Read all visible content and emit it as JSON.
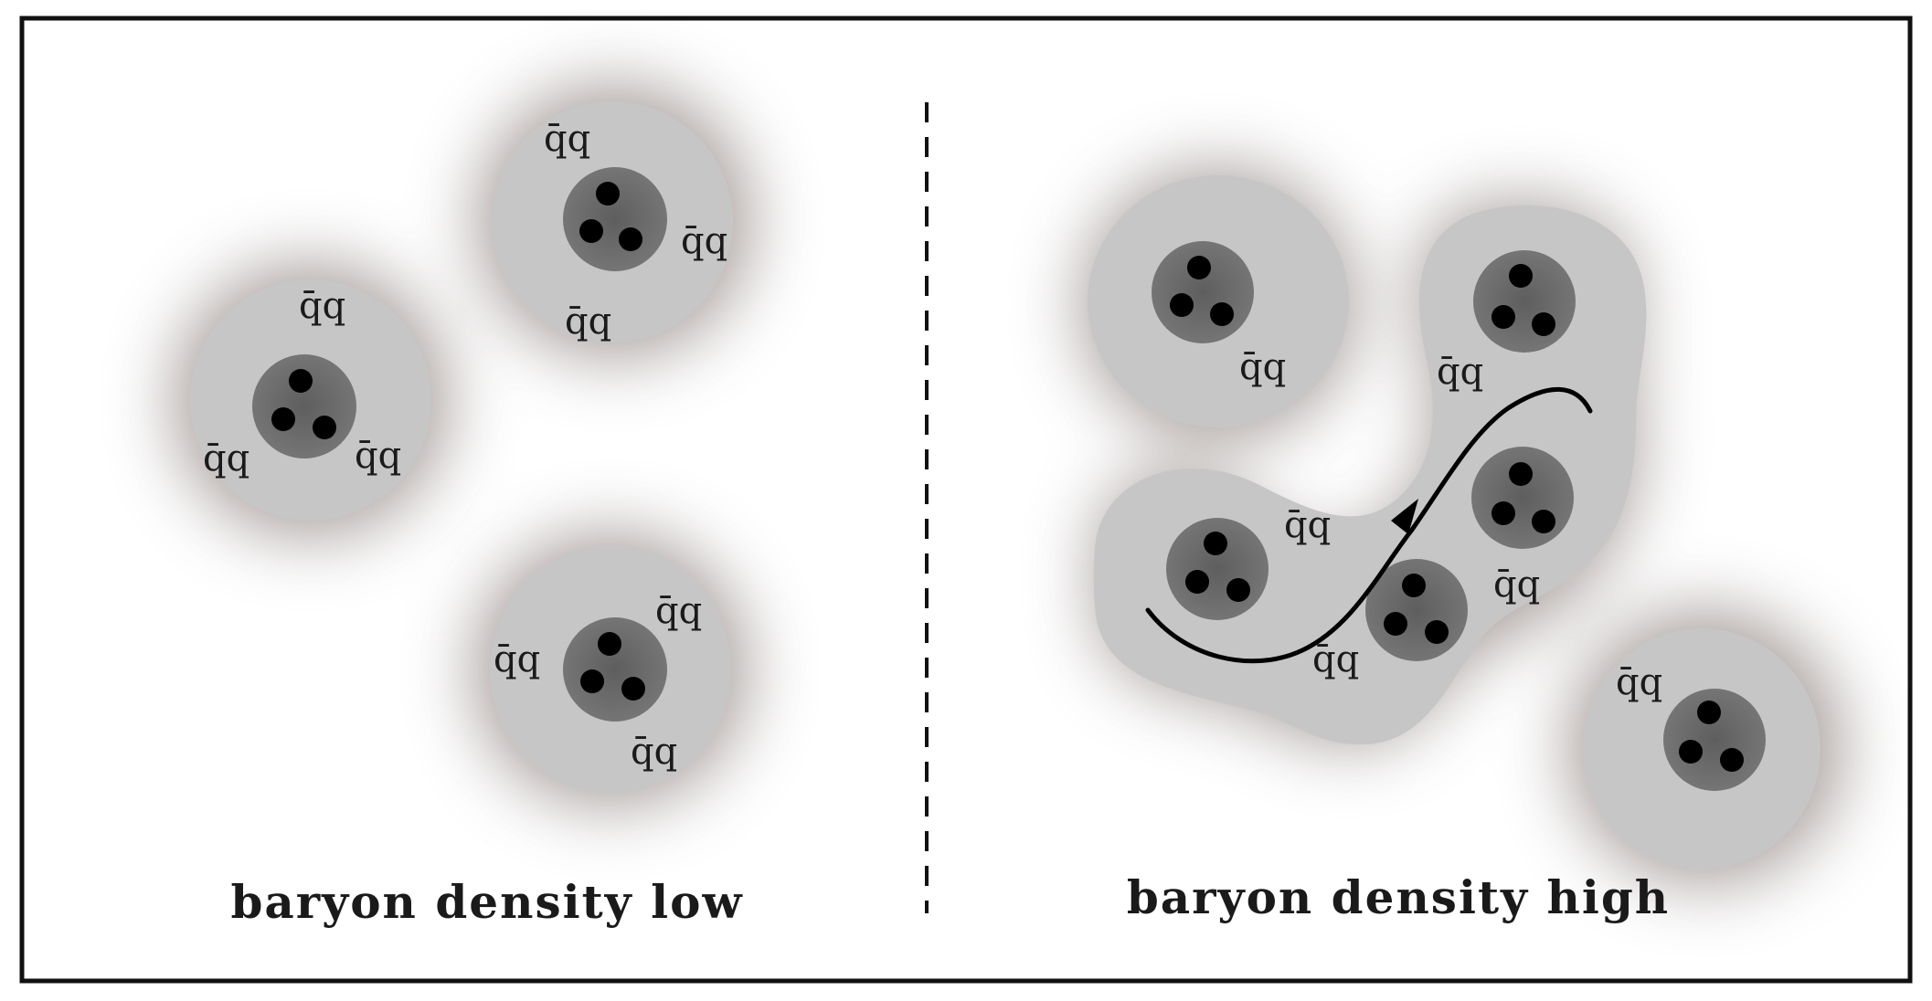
{
  "panels": {
    "left": {
      "caption": "baryon density low"
    },
    "right": {
      "caption": "baryon density high"
    }
  },
  "condensate_label": "q̄q",
  "colors": {
    "frame": "#111111",
    "cloud": "#c6c6c6",
    "halo": "#8a7f7c",
    "core": "#6c6c6c",
    "quark": "#000000"
  }
}
